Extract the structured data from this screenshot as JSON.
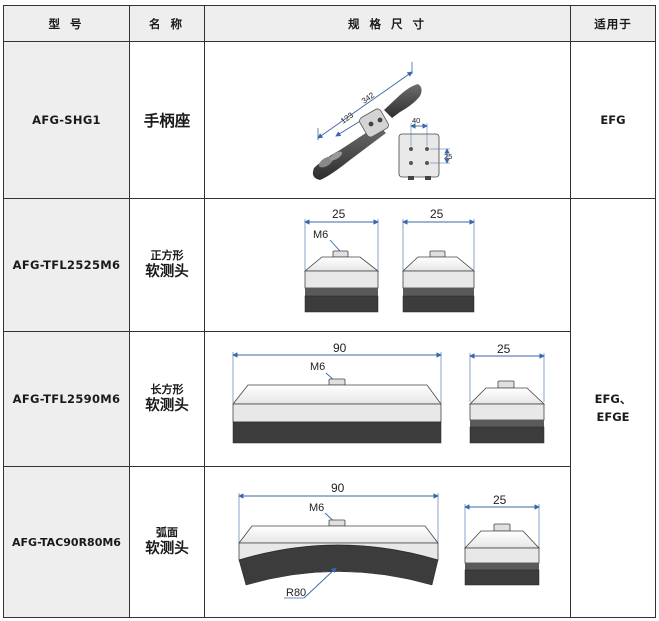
{
  "header": {
    "model": "型  号",
    "name": "名  称",
    "spec": "规  格  尺  寸",
    "applies": "适用于"
  },
  "rows": [
    {
      "model": "AFG-SHG1",
      "name": "手柄座",
      "dims": {
        "length": "342",
        "inner": "123",
        "width": "40",
        "height": "25"
      },
      "applies": "EFG"
    },
    {
      "model": "AFG-TFL2525M6",
      "name_small": "正方形",
      "name_big": "软测头",
      "dims": {
        "w1": "25",
        "w2": "25",
        "thread": "M6"
      }
    },
    {
      "model": "AFG-TFL2590M6",
      "name_small": "长方形",
      "name_big": "软测头",
      "dims": {
        "w1": "90",
        "w2": "25",
        "thread": "M6"
      }
    },
    {
      "model": "AFG-TAC90R80M6",
      "name_small": "弧面",
      "name_big": "软测头",
      "dims": {
        "w1": "90",
        "w2": "25",
        "thread": "M6",
        "radius": "R80"
      }
    }
  ],
  "merged_applies": {
    "line1": "EFG、",
    "line2": "EFGE"
  }
}
